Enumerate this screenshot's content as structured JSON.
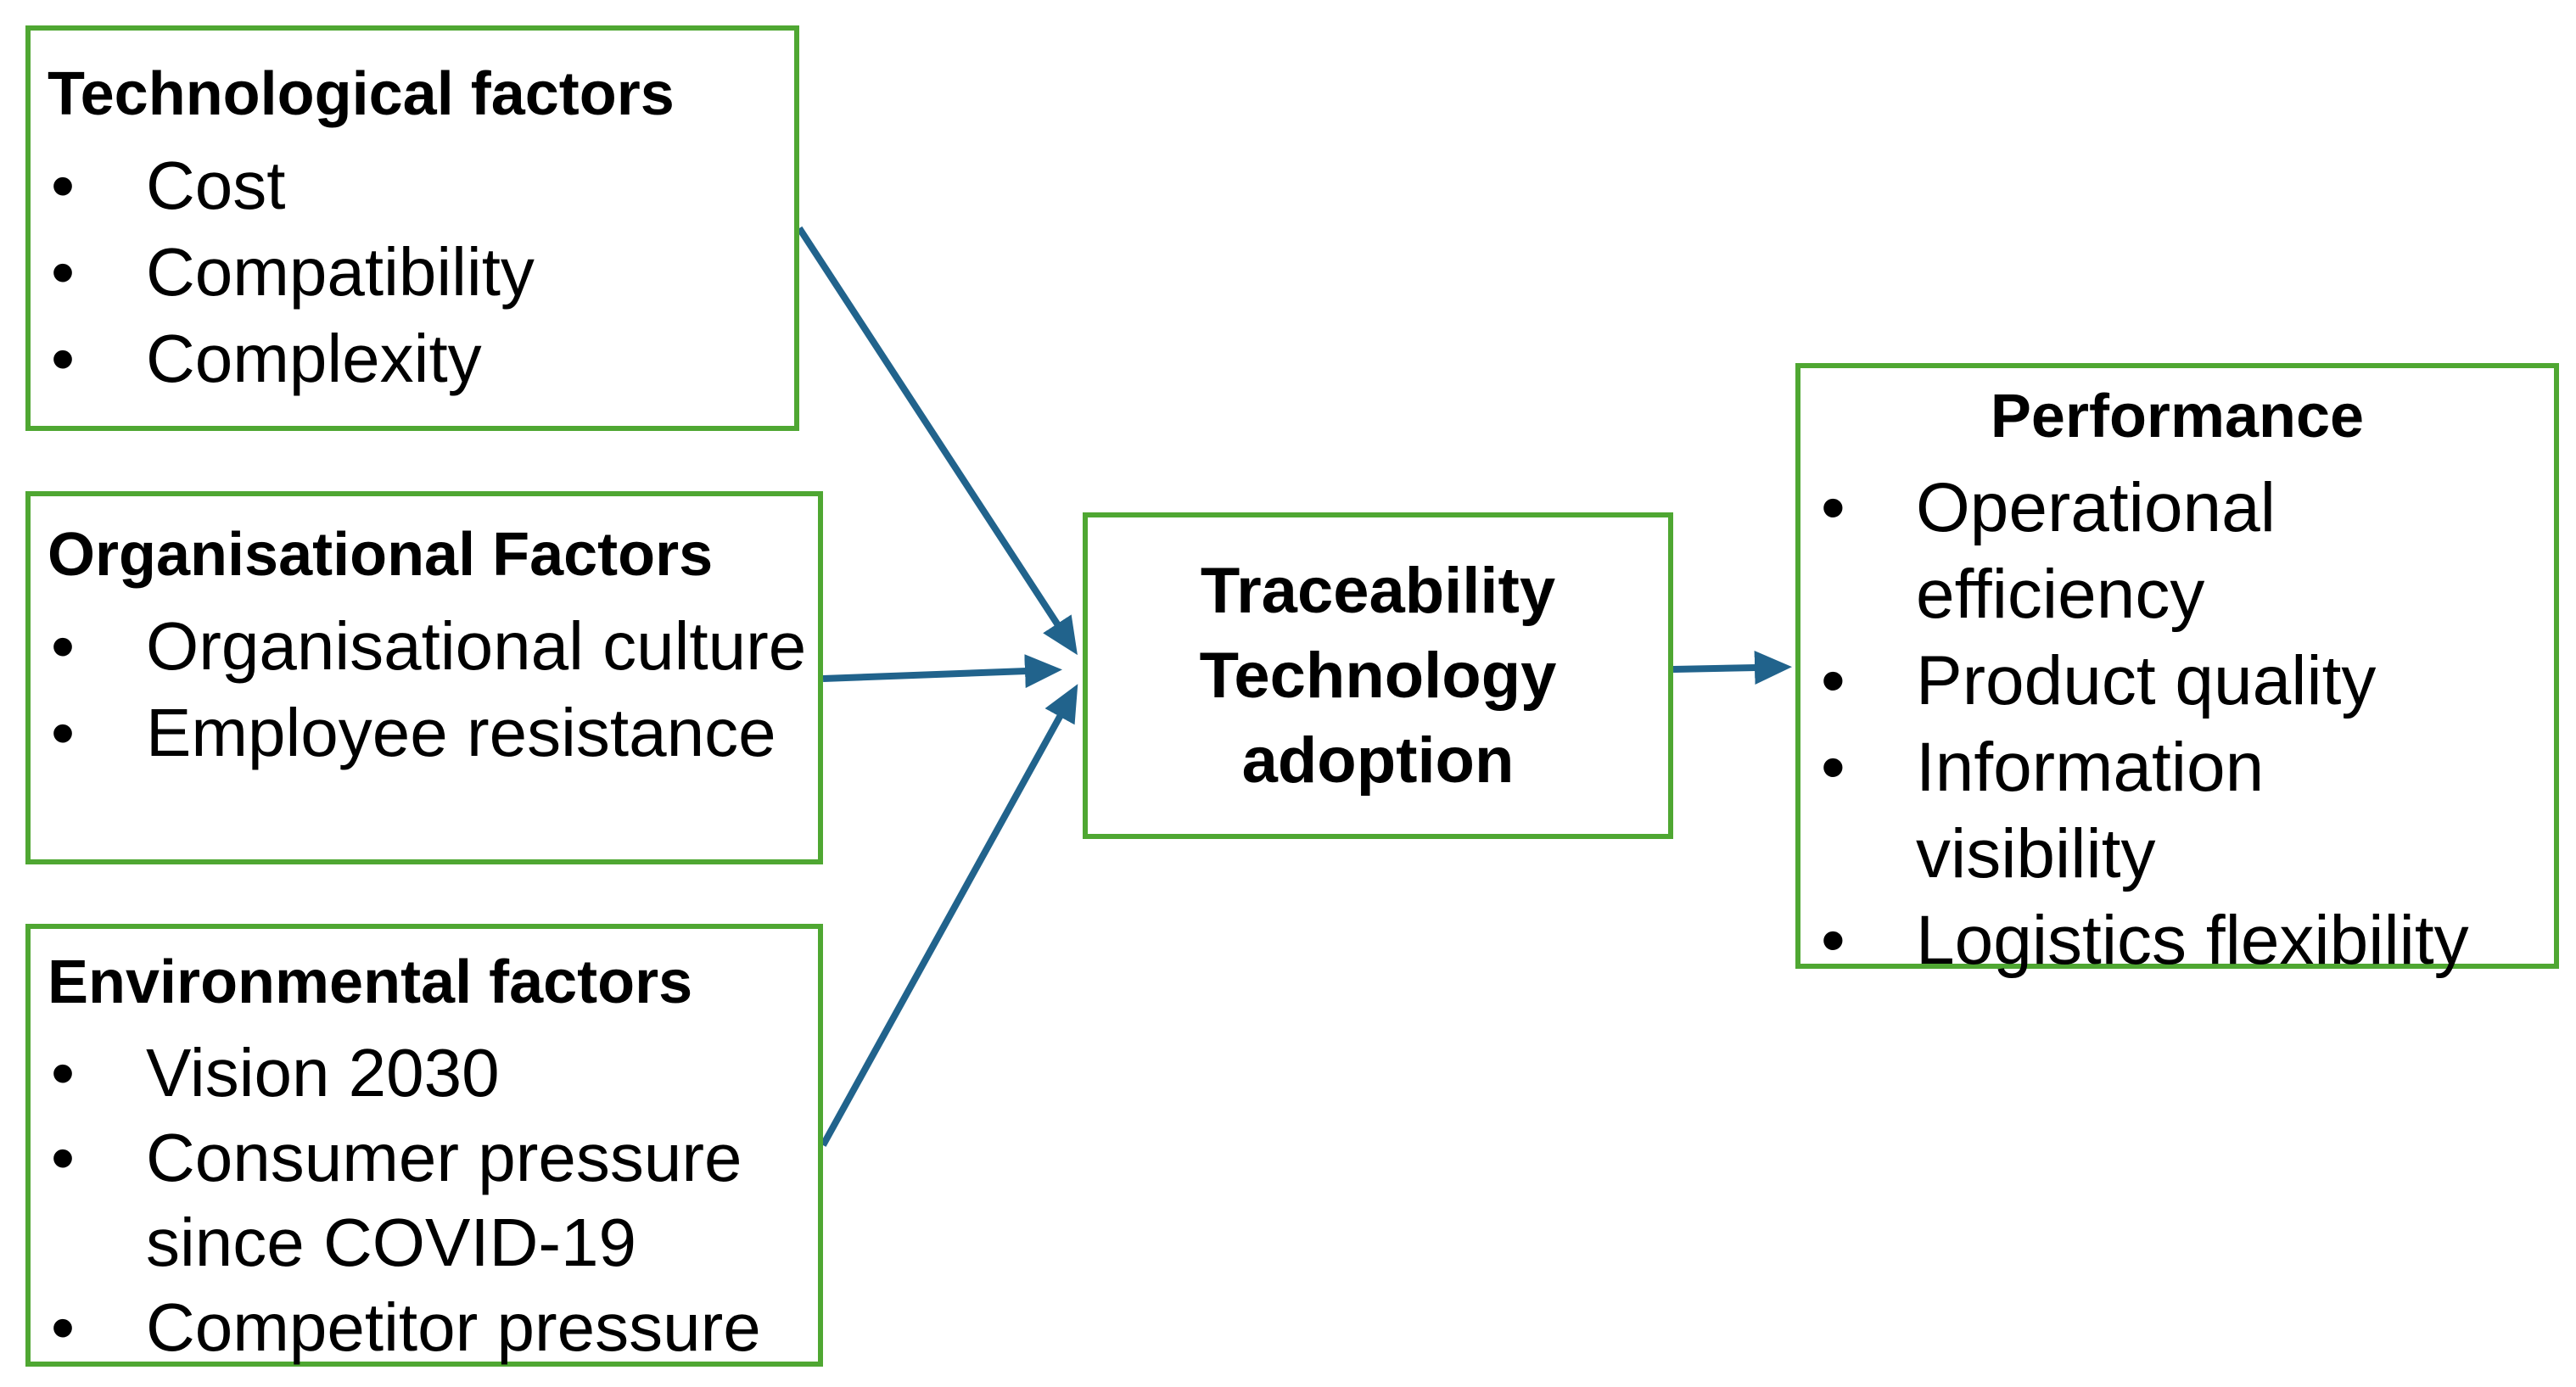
{
  "colors": {
    "box_border_green": "#4FA732",
    "arrow_blue": "#21638C",
    "text_black": "#000000",
    "background": "#FFFFFF"
  },
  "bullet_char": "•",
  "boxes": {
    "technological": {
      "title": "Technological factors",
      "items": [
        "Cost",
        "Compatibility",
        "Complexity"
      ]
    },
    "organisational": {
      "title": "Organisational Factors",
      "items": [
        "Organisational culture",
        "Employee resistance"
      ]
    },
    "environmental": {
      "title": "Environmental factors",
      "items": [
        "Vision 2030",
        "Consumer pressure since COVID-19",
        "Competitor pressure"
      ]
    },
    "adoption": {
      "title": "Traceability Technology adoption"
    },
    "performance": {
      "title": "Performance",
      "items": [
        "Operational efficiency",
        "Product quality",
        "Information visibility",
        "Logistics flexibility"
      ]
    }
  },
  "arrows": [
    {
      "from": "Technological factors",
      "to": "Traceability Technology adoption"
    },
    {
      "from": "Organisational Factors",
      "to": "Traceability Technology adoption"
    },
    {
      "from": "Environmental factors",
      "to": "Traceability Technology adoption"
    },
    {
      "from": "Traceability Technology adoption",
      "to": "Performance"
    }
  ]
}
